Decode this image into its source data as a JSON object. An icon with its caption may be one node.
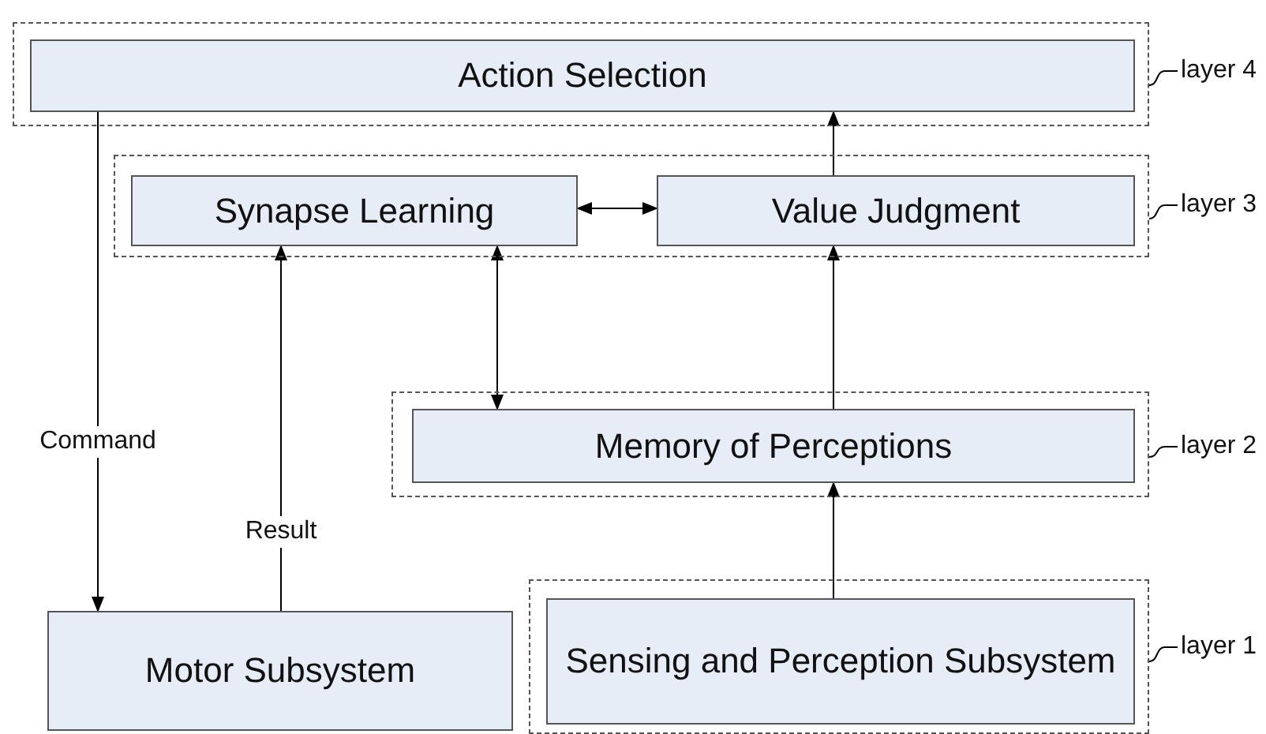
{
  "diagram": {
    "nodes": [
      {
        "text": [],
        "shape": "box"
      },
      {
        "text": [
          "Action Selection"
        ],
        "in": 0
      },
      {
        "text": [],
        "shape": "box"
      },
      {
        "text": [
          "Synapse Learning"
        ],
        "in": 2
      },
      {
        "text": [
          "Value Judgment"
        ],
        "in": 2
      },
      {
        "text": [],
        "shape": "box"
      },
      {
        "text": [
          "Memory of Perceptions"
        ],
        "in": 5
      },
      {
        "text": [
          "Motor Subsystem"
        ]
      },
      {
        "text": [],
        "shape": "box"
      },
      {
        "text": [
          "Sensing and Perception Subsystem"
        ],
        "in": 8
      },
      {
        "text": [
          "layer 4"
        ]
      },
      {
        "text": [
          "layer 3"
        ]
      },
      {
        "text": [
          "layer 2"
        ]
      },
      {
        "text": [
          "layer 1"
        ]
      }
    ],
    "edges": [
      {
        "from": 1,
        "to": 7,
        "arrow": "to",
        "label": "Command"
      },
      {
        "from": 7,
        "to": 3,
        "arrow": "to",
        "label": "Result"
      },
      {
        "from": 3,
        "to": 4,
        "arrow": "both"
      },
      {
        "from": 3,
        "to": 6,
        "arrow": "both"
      },
      {
        "from": 6,
        "to": 4,
        "arrow": "to"
      },
      {
        "from": 4,
        "to": 1,
        "arrow": "to"
      },
      {
        "from": 9,
        "to": 6,
        "arrow": "to"
      },
      {
        "from": 10,
        "to": 0,
        "arrow": "none"
      },
      {
        "from": 11,
        "to": 2,
        "arrow": "none"
      },
      {
        "from": 12,
        "to": 5,
        "arrow": "none"
      },
      {
        "from": 13,
        "to": 8,
        "arrow": "none"
      }
    ]
  }
}
